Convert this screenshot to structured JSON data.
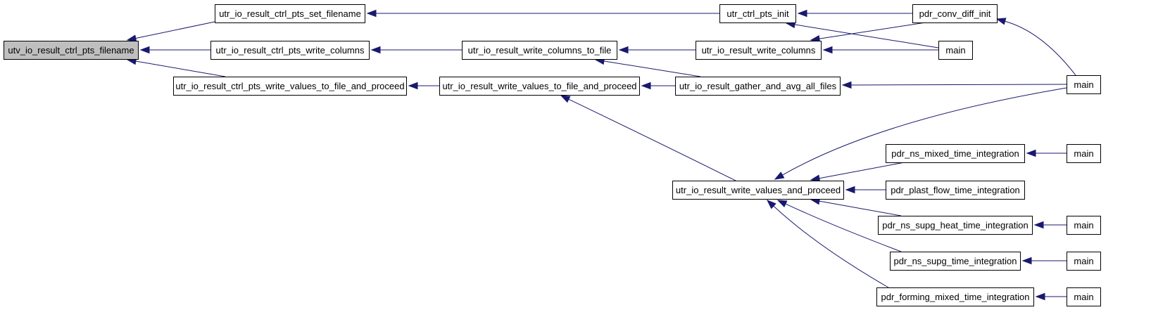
{
  "diagram": {
    "type": "doxygen-caller-graph",
    "colors": {
      "edge": "#191970",
      "root_fill": "#bfbfbf",
      "node_fill": "#ffffff",
      "node_border": "#000000"
    },
    "nodes": [
      {
        "id": "n0",
        "label": "utv_io_result_ctrl_pts_filename",
        "root": true
      },
      {
        "id": "n1",
        "label": "utr_io_result_ctrl_pts_set_filename"
      },
      {
        "id": "n2",
        "label": "utr_io_result_ctrl_pts_write_columns"
      },
      {
        "id": "n3",
        "label": "utr_io_result_ctrl_pts_write_values_to_file_and_proceed"
      },
      {
        "id": "n4",
        "label": "utr_ctrl_pts_init"
      },
      {
        "id": "n5",
        "label": "utr_io_result_write_columns_to_file"
      },
      {
        "id": "n6",
        "label": "utr_io_result_write_values_to_file_and_proceed"
      },
      {
        "id": "n7",
        "label": "pdr_conv_diff_init"
      },
      {
        "id": "n8",
        "label": "main"
      },
      {
        "id": "n9",
        "label": "utr_io_result_write_columns"
      },
      {
        "id": "n10",
        "label": "utr_io_result_gather_and_avg_all_files"
      },
      {
        "id": "n11",
        "label": "main"
      },
      {
        "id": "n12",
        "label": "utr_io_result_write_values_and_proceed"
      },
      {
        "id": "n13",
        "label": "pdr_ns_mixed_time_integration"
      },
      {
        "id": "n14",
        "label": "main"
      },
      {
        "id": "n15",
        "label": "pdr_plast_flow_time_integration"
      },
      {
        "id": "n16",
        "label": "pdr_ns_supg_heat_time_integration"
      },
      {
        "id": "n17",
        "label": "main"
      },
      {
        "id": "n18",
        "label": "pdr_ns_supg_time_integration"
      },
      {
        "id": "n19",
        "label": "main"
      },
      {
        "id": "n20",
        "label": "pdr_forming_mixed_time_integration"
      },
      {
        "id": "n21",
        "label": "main"
      }
    ],
    "edges": [
      {
        "from": "n1",
        "to": "n0"
      },
      {
        "from": "n2",
        "to": "n0"
      },
      {
        "from": "n3",
        "to": "n0"
      },
      {
        "from": "n4",
        "to": "n1"
      },
      {
        "from": "n5",
        "to": "n2"
      },
      {
        "from": "n6",
        "to": "n3"
      },
      {
        "from": "n7",
        "to": "n4"
      },
      {
        "from": "n8",
        "to": "n4"
      },
      {
        "from": "n9",
        "to": "n5"
      },
      {
        "from": "n10",
        "to": "n5"
      },
      {
        "from": "n10",
        "to": "n6"
      },
      {
        "from": "n12",
        "to": "n6"
      },
      {
        "from": "n11",
        "to": "n7"
      },
      {
        "from": "n7",
        "to": "n9"
      },
      {
        "from": "n8",
        "to": "n9"
      },
      {
        "from": "n11",
        "to": "n10"
      },
      {
        "from": "n11",
        "to": "n12"
      },
      {
        "from": "n13",
        "to": "n12"
      },
      {
        "from": "n15",
        "to": "n12"
      },
      {
        "from": "n16",
        "to": "n12"
      },
      {
        "from": "n18",
        "to": "n12"
      },
      {
        "from": "n20",
        "to": "n12"
      },
      {
        "from": "n14",
        "to": "n13"
      },
      {
        "from": "n17",
        "to": "n16"
      },
      {
        "from": "n19",
        "to": "n18"
      },
      {
        "from": "n21",
        "to": "n20"
      }
    ]
  }
}
